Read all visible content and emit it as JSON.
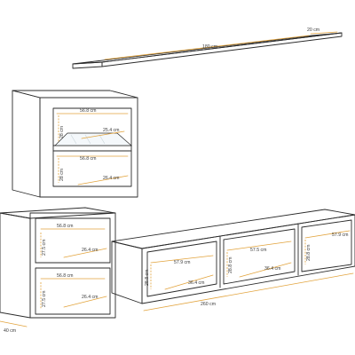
{
  "labels": {
    "shelf_width": "180 cm",
    "shelf_depth": "20 cm",
    "upper_top_width": "56.8 cm",
    "upper_top_height": "28 cm",
    "upper_glass_depth": "25.4 cm",
    "upper_bottom_width": "56.8 cm",
    "upper_bottom_height": "28 cm",
    "upper_bottom_depth": "26.4 cm",
    "side_top_width": "56.8 cm",
    "side_top_height": "27.5 cm",
    "side_top_depth": "26.4 cm",
    "side_bottom_width": "56.8 cm",
    "side_bottom_height": "27.5 cm",
    "side_bottom_depth": "26.4 cm",
    "side_depth": "40 cm",
    "tv_c1_width": "57.9 cm",
    "tv_c1_height": "28.8 cm",
    "tv_c1_depth": "36.4 cm",
    "tv_c2_width": "57.5 cm",
    "tv_c2_height": "28.8 cm",
    "tv_c2_depth": "36.4 cm",
    "tv_c3_width": "57.9 cm",
    "tv_c3_height": "28.8 cm",
    "tv_total_width": "260 cm"
  },
  "colors": {
    "edge": "#2b2b2b",
    "dimension": "#e2a33c",
    "glass": "#f4f8fb"
  }
}
